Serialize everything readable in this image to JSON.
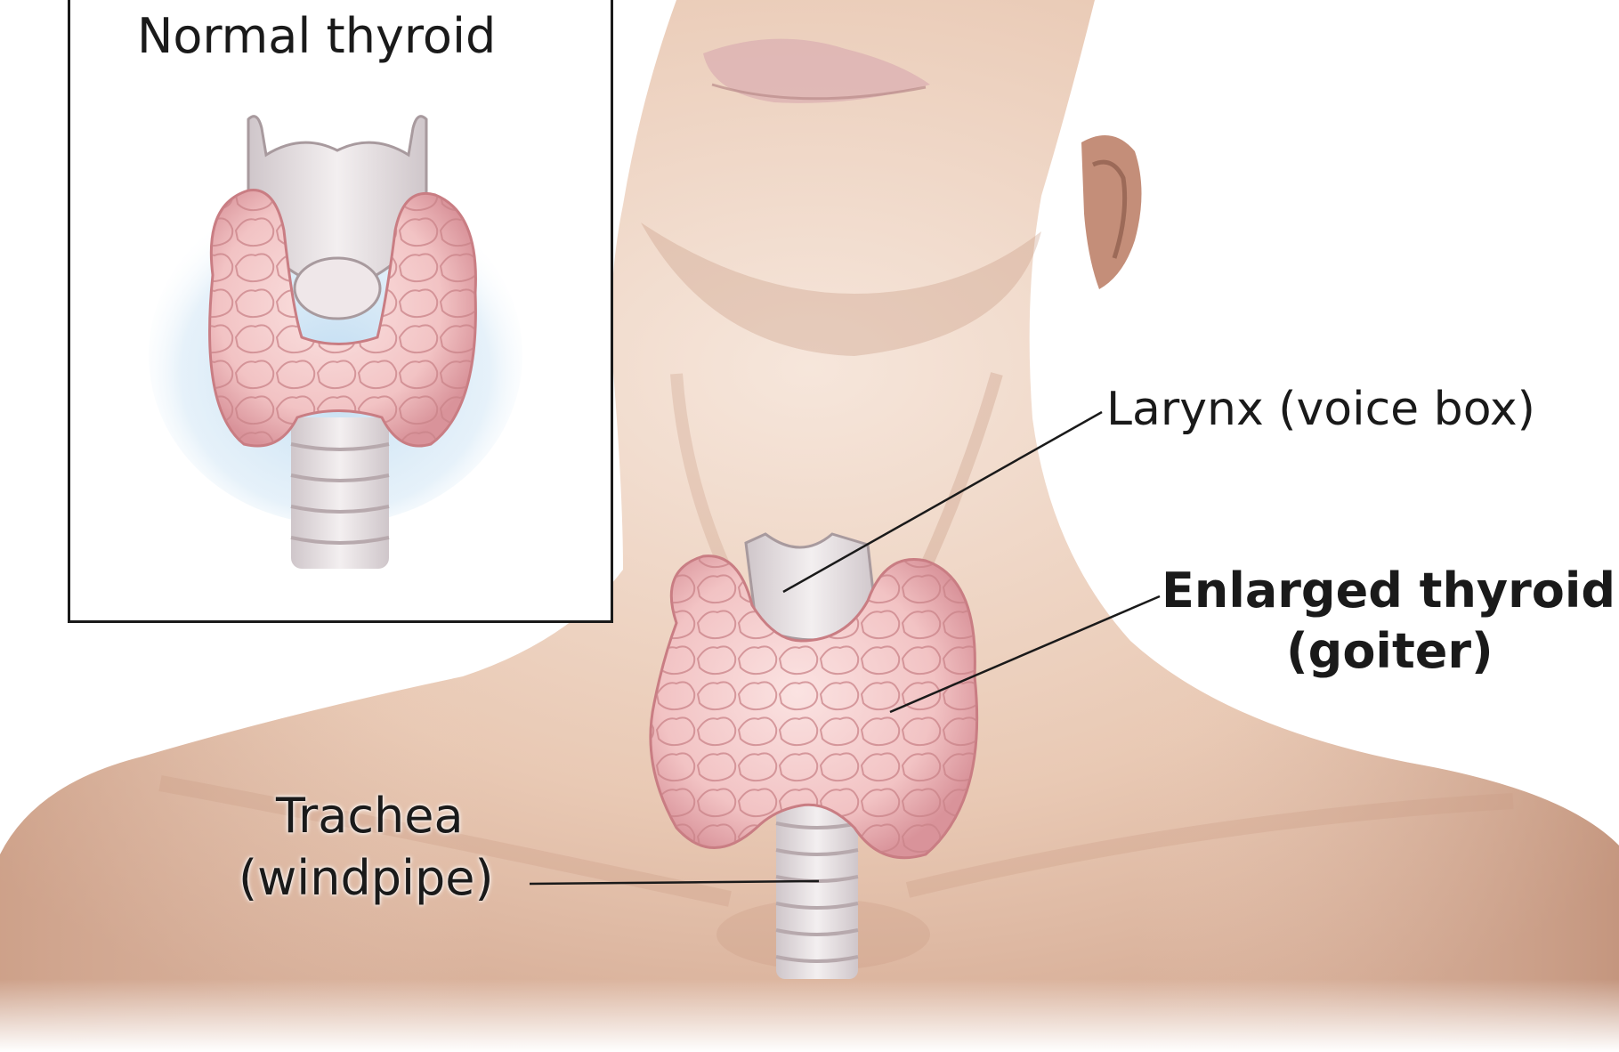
{
  "inset": {
    "title": "Normal thyroid"
  },
  "labels": {
    "larynx": "Larynx (voice box)",
    "goiter_line1": "Enlarged thyroid",
    "goiter_line2": "(goiter)",
    "trachea_line1": "Trachea",
    "trachea_line2": "(windpipe)"
  },
  "colors": {
    "skin_light": "#f4e2d6",
    "skin_mid": "#e8c6b0",
    "skin_shadow": "#c99b83",
    "thyroid": "#f2c3c4",
    "thyroid_edge": "#c97d83",
    "cartilage": "#e8e2e4",
    "glow": "#b9d8f0",
    "text": "#1a1a1a"
  }
}
